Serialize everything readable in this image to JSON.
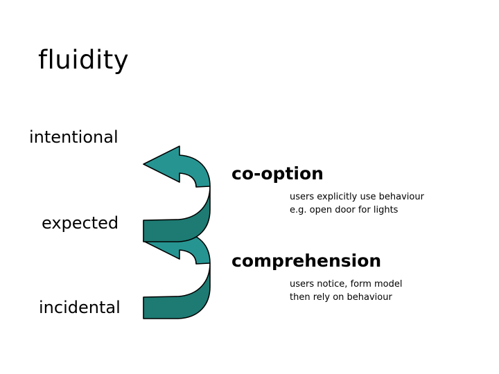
{
  "slide": {
    "title": "fluidity",
    "background_color": "#ffffff",
    "text_color": "#000000"
  },
  "axis": {
    "name": "fluidity-axis",
    "labels": [
      {
        "id": "intentional",
        "label": "intentional"
      },
      {
        "id": "expected",
        "label": "expected"
      },
      {
        "id": "incidental",
        "label": "incidental"
      }
    ]
  },
  "arrow": {
    "name": "spiral-arrow",
    "description": "3D two-loop spiral arrow pointing upward",
    "fill_light": "#269592",
    "fill_dark": "#1d7b73",
    "stroke": "#000000",
    "loops": 2,
    "direction": "up"
  },
  "blocks": [
    {
      "id": "co-option",
      "heading": "co-option",
      "body_lines": [
        "users explicitly use behaviour",
        "e.g. open door for lights"
      ]
    },
    {
      "id": "comprehension",
      "heading": "comprehension",
      "body_lines": [
        "users notice, form model",
        "then rely on behaviour"
      ]
    }
  ]
}
